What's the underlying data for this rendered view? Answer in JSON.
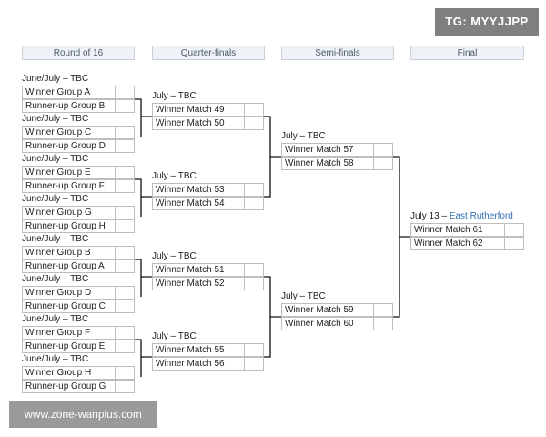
{
  "watermark_top": "TG: MYYJJPP",
  "watermark_bottom": "www.zone-wanplus.com",
  "headers": [
    "Round of 16",
    "Quarter-finals",
    "Semi-finals",
    "Final"
  ],
  "round_of_16": [
    {
      "date": "June/July – TBC",
      "teams": [
        "Winner Group A",
        "Runner-up Group B"
      ]
    },
    {
      "date": "June/July – TBC",
      "teams": [
        "Winner Group C",
        "Runner-up Group D"
      ]
    },
    {
      "date": "June/July – TBC",
      "teams": [
        "Winner Group E",
        "Runner-up Group F"
      ]
    },
    {
      "date": "June/July – TBC",
      "teams": [
        "Winner Group G",
        "Runner-up Group H"
      ]
    },
    {
      "date": "June/July – TBC",
      "teams": [
        "Winner Group B",
        "Runner-up Group A"
      ]
    },
    {
      "date": "June/July – TBC",
      "teams": [
        "Winner Group D",
        "Runner-up Group C"
      ]
    },
    {
      "date": "June/July – TBC",
      "teams": [
        "Winner Group F",
        "Runner-up Group E"
      ]
    },
    {
      "date": "June/July – TBC",
      "teams": [
        "Winner Group H",
        "Runner-up Group G"
      ]
    }
  ],
  "quarter_finals": [
    {
      "date": "July – TBC",
      "teams": [
        "Winner Match 49",
        "Winner Match 50"
      ]
    },
    {
      "date": "July – TBC",
      "teams": [
        "Winner Match 53",
        "Winner Match 54"
      ]
    },
    {
      "date": "July – TBC",
      "teams": [
        "Winner Match 51",
        "Winner Match 52"
      ]
    },
    {
      "date": "July – TBC",
      "teams": [
        "Winner Match 55",
        "Winner Match 56"
      ]
    }
  ],
  "semi_finals": [
    {
      "date": "July – TBC",
      "teams": [
        "Winner Match 57",
        "Winner Match 58"
      ]
    },
    {
      "date": "July – TBC",
      "teams": [
        "Winner Match 59",
        "Winner Match 60"
      ]
    }
  ],
  "final": {
    "date_prefix": "July 13 – ",
    "location": "East Rutherford",
    "teams": [
      "Winner Match 61",
      "Winner Match 62"
    ]
  }
}
